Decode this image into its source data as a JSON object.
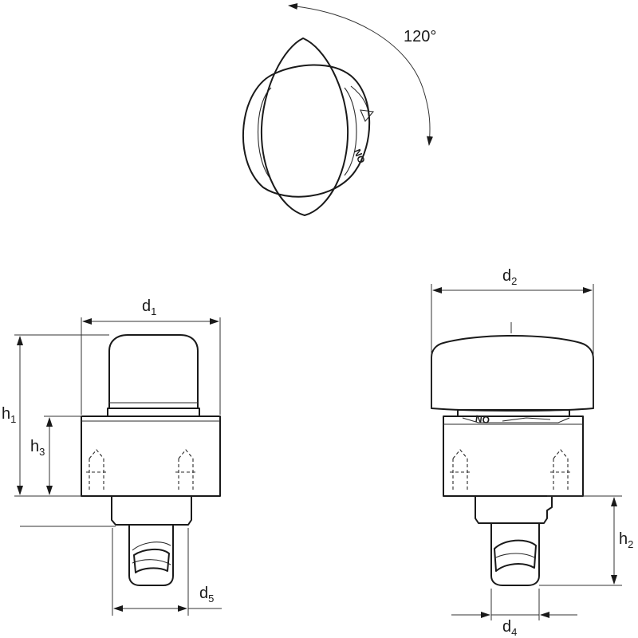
{
  "rotation": {
    "angle": "120°"
  },
  "knob_mark": "NO",
  "labels": {
    "d1": {
      "main": "d",
      "sub": "1"
    },
    "d2": {
      "main": "d",
      "sub": "2"
    },
    "d4": {
      "main": "d",
      "sub": "4"
    },
    "d5": {
      "main": "d",
      "sub": "5"
    },
    "h1": {
      "main": "h",
      "sub": "1"
    },
    "h2": {
      "main": "h",
      "sub": "2"
    },
    "h3": {
      "main": "h",
      "sub": "3"
    }
  }
}
